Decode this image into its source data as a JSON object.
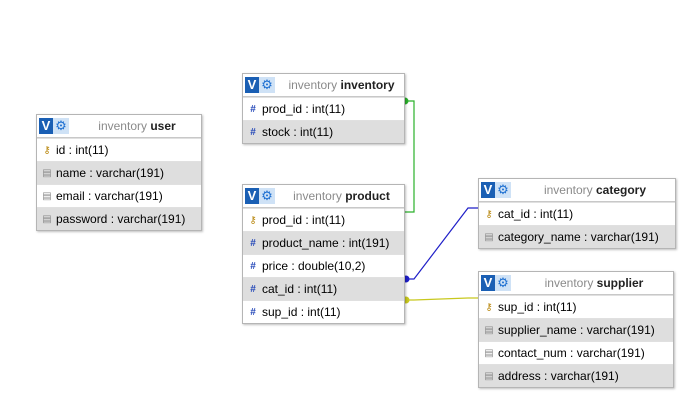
{
  "colors": {
    "link_inventory": "#2ab02a",
    "link_category": "#1f1fc8",
    "link_supplier": "#c8c81e",
    "header_icon": "#1a5fb4"
  },
  "tables": {
    "user": {
      "db": "inventory",
      "name": "user",
      "fields": [
        {
          "label": "id : int(11)",
          "icon": "key-icon",
          "glyph": "⚷"
        },
        {
          "label": "name : varchar(191)",
          "icon": "text-icon",
          "glyph": "▤"
        },
        {
          "label": "email : varchar(191)",
          "icon": "text-icon",
          "glyph": "▤"
        },
        {
          "label": "password : varchar(191)",
          "icon": "text-icon",
          "glyph": "▤"
        }
      ]
    },
    "inventory": {
      "db": "inventory",
      "name": "inventory",
      "fields": [
        {
          "label": "prod_id : int(11)",
          "icon": "number-icon",
          "glyph": "#"
        },
        {
          "label": "stock : int(11)",
          "icon": "number-icon",
          "glyph": "#"
        }
      ]
    },
    "product": {
      "db": "inventory",
      "name": "product",
      "fields": [
        {
          "label": "prod_id : int(11)",
          "icon": "key-icon",
          "glyph": "⚷"
        },
        {
          "label": "product_name : int(191)",
          "icon": "number-icon",
          "glyph": "#"
        },
        {
          "label": "price : double(10,2)",
          "icon": "number-icon",
          "glyph": "#"
        },
        {
          "label": "cat_id : int(11)",
          "icon": "number-icon",
          "glyph": "#"
        },
        {
          "label": "sup_id : int(11)",
          "icon": "number-icon",
          "glyph": "#"
        }
      ]
    },
    "category": {
      "db": "inventory",
      "name": "category",
      "fields": [
        {
          "label": "cat_id : int(11)",
          "icon": "key-icon",
          "glyph": "⚷"
        },
        {
          "label": "category_name : varchar(191)",
          "icon": "text-icon",
          "glyph": "▤"
        }
      ]
    },
    "supplier": {
      "db": "inventory",
      "name": "supplier",
      "fields": [
        {
          "label": "sup_id : int(11)",
          "icon": "key-icon",
          "glyph": "⚷"
        },
        {
          "label": "supplier_name : varchar(191)",
          "icon": "text-icon",
          "glyph": "▤"
        },
        {
          "label": "contact_num : varchar(191)",
          "icon": "text-icon",
          "glyph": "▤"
        },
        {
          "label": "address : varchar(191)",
          "icon": "text-icon",
          "glyph": "▤"
        }
      ]
    }
  }
}
